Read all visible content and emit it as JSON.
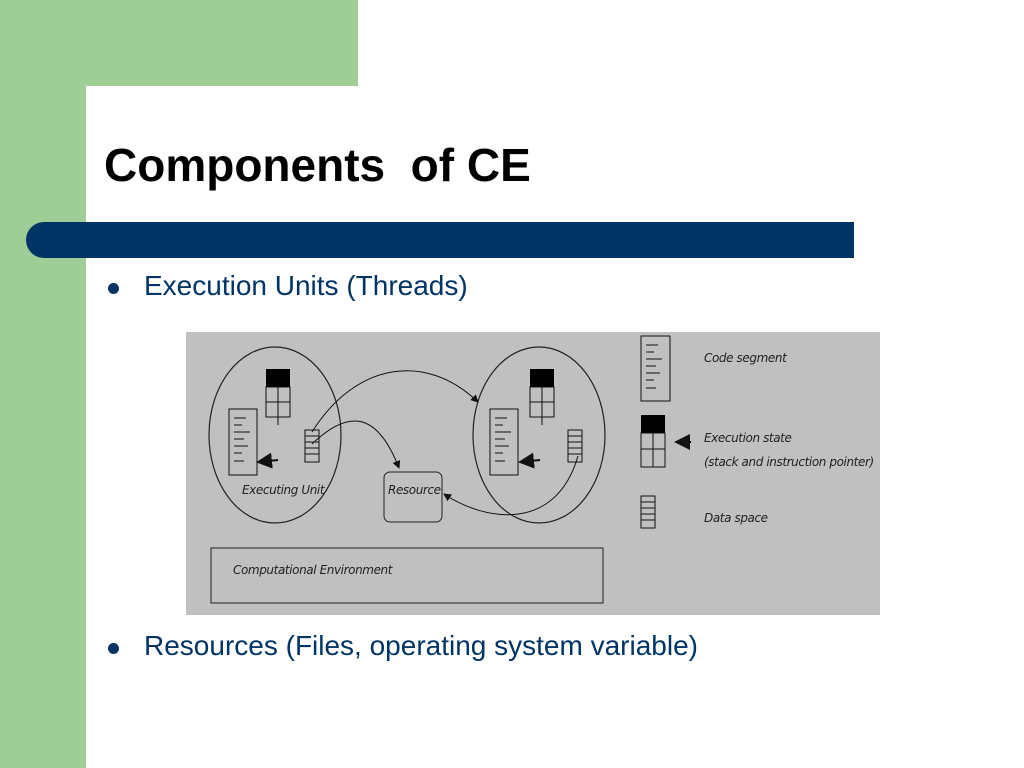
{
  "slide": {
    "title": "Components  of CE",
    "bullets": [
      {
        "text": "Execution Units (Threads)"
      },
      {
        "text": "Resources (Files, operating system variable)"
      }
    ]
  },
  "diagram": {
    "labels": {
      "executing_unit": "Executing Unit",
      "resource": "Resource",
      "computational_environment": "Computational Environment"
    },
    "legend": {
      "code_segment": "Code segment",
      "execution_state_1": "Execution state",
      "execution_state_2": "(stack and instruction pointer)",
      "data_space": "Data space"
    }
  },
  "colors": {
    "accent_green": "#9ecd96",
    "bar_navy": "#003366",
    "diagram_bg": "#c0c0c0"
  }
}
